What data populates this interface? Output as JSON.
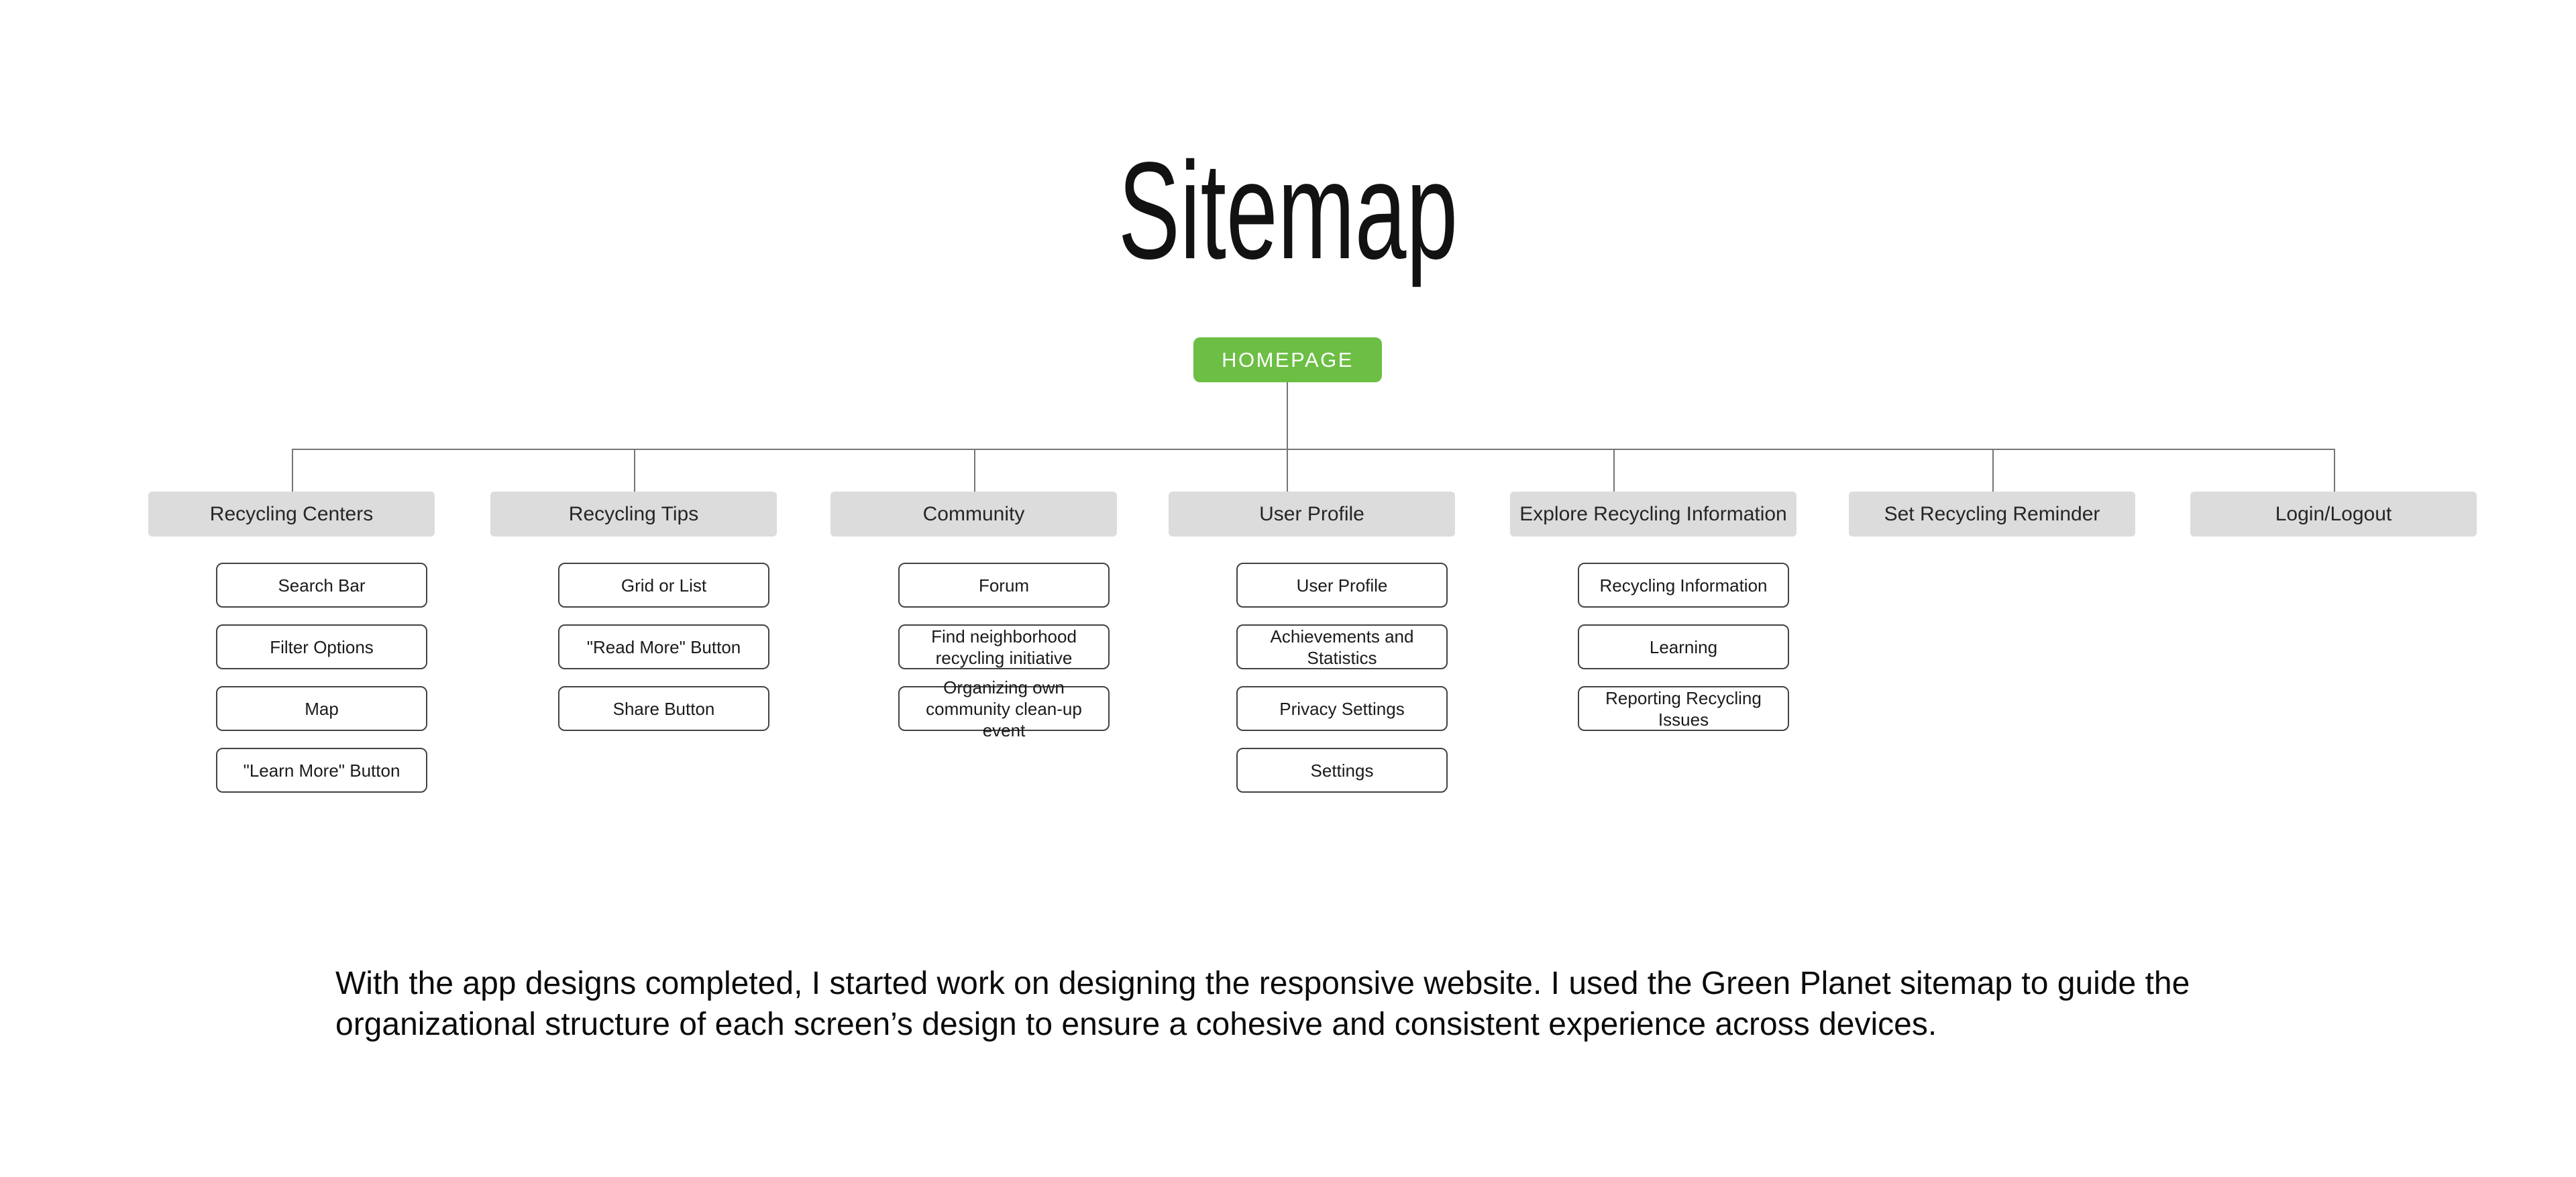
{
  "title": "Sitemap",
  "root": {
    "label": "HOMEPAGE"
  },
  "columns": [
    {
      "label": "Recycling Centers",
      "children": [
        "Search Bar",
        "Filter Options",
        "Map",
        "\"Learn More\" Button"
      ]
    },
    {
      "label": "Recycling Tips",
      "children": [
        "Grid or List",
        "\"Read More\" Button",
        "Share Button"
      ]
    },
    {
      "label": "Community",
      "children": [
        "Forum",
        "Find neighborhood recycling initiative",
        "Organizing own community clean-up event"
      ]
    },
    {
      "label": "User Profile",
      "children": [
        "User Profile",
        "Achievements and Statistics",
        "Privacy Settings",
        "Settings"
      ]
    },
    {
      "label": "Explore Recycling Information",
      "children": [
        "Recycling Information",
        "Learning",
        "Reporting Recycling Issues"
      ]
    },
    {
      "label": "Set Recycling Reminder",
      "children": []
    },
    {
      "label": "Login/Logout",
      "children": []
    }
  ],
  "caption": "With the app designs completed, I started work on designing the responsive website. I used the Green Planet sitemap to guide the organizational structure of each screen’s design to ensure a cohesive and consistent experience across devices.",
  "colors": {
    "accent_green": "#6CBE44",
    "category_bg": "#DCDCDC",
    "line_gray": "#757575",
    "child_border": "#434343"
  }
}
